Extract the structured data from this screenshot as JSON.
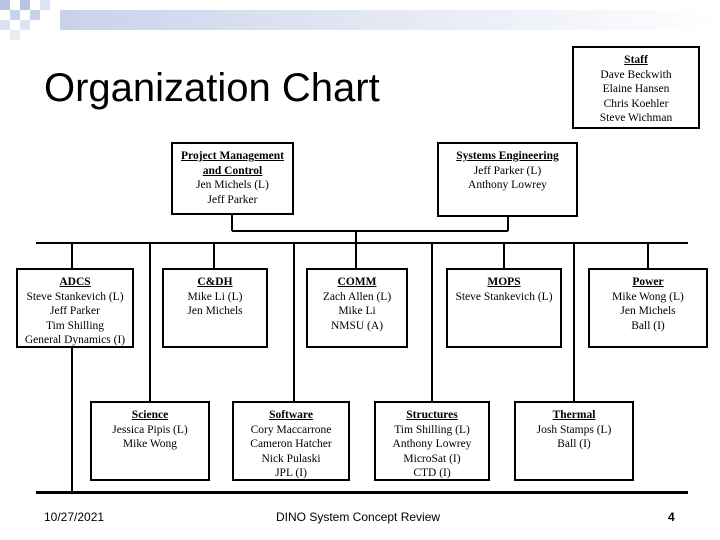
{
  "title": "Organization Chart",
  "staff": {
    "heading": "Staff",
    "members": [
      "Dave Beckwith",
      "Elaine Hansen",
      "Chris Koehler",
      "Steve Wichman"
    ]
  },
  "pmc": {
    "heading_line1": "Project Management",
    "heading_line2": "and Control",
    "members": [
      "Jen Michels (L)",
      "Jeff Parker"
    ]
  },
  "se": {
    "heading": "Systems Engineering",
    "members": [
      "Jeff Parker (L)",
      "Anthony Lowrey"
    ]
  },
  "adcs": {
    "heading": "ADCS",
    "members": [
      "Steve Stankevich (L)",
      "Jeff Parker",
      "Tim Shilling",
      "General Dynamics (I)"
    ]
  },
  "cdh": {
    "heading": "C&DH",
    "members": [
      "Mike Li (L)",
      "Jen Michels"
    ]
  },
  "comm": {
    "heading": "COMM",
    "members": [
      "Zach Allen (L)",
      "Mike Li",
      "NMSU (A)"
    ]
  },
  "mops": {
    "heading": "MOPS",
    "members": [
      "Steve Stankevich (L)"
    ]
  },
  "power": {
    "heading": "Power",
    "members": [
      "Mike Wong (L)",
      "Jen Michels",
      "Ball (I)"
    ]
  },
  "science": {
    "heading": "Science",
    "members": [
      "Jessica Pipis (L)",
      "Mike Wong"
    ]
  },
  "software": {
    "heading": "Software",
    "members": [
      "Cory Maccarrone",
      "Cameron Hatcher",
      "Nick Pulaski",
      "JPL (I)"
    ]
  },
  "structures": {
    "heading": "Structures",
    "members": [
      "Tim Shilling (L)",
      "Anthony Lowrey",
      "MicroSat (I)",
      "CTD (I)"
    ]
  },
  "thermal": {
    "heading": "Thermal",
    "members": [
      "Josh Stamps (L)",
      "Ball (I)"
    ]
  },
  "footer": {
    "date": "10/27/2021",
    "center": "DINO System Concept Review",
    "page": "4"
  },
  "colors": {
    "corner_accent": "#c9d2ea",
    "line": "#000000"
  }
}
